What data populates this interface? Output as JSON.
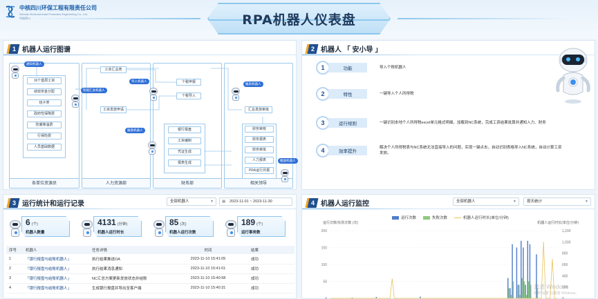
{
  "header": {
    "company_cn": "中核四川环保工程有限责任公司",
    "company_en": "Sichuan Environmental Protection Engineering Co., Ltd.",
    "logo_short": "中核四川",
    "title": "RPA机器人仪表盘"
  },
  "panel1": {
    "num": "1",
    "title": "机器人运行图谱",
    "columns": [
      "各单位资源员",
      "人力资源部",
      "财务部",
      "相关领导"
    ],
    "col1_nodes": [
      "16个基层工资",
      "绩效奖金分配",
      "班子类",
      "政府性保障费",
      "防暑降温费",
      "行保险费",
      "人员基础数据"
    ],
    "col2_nodes": [
      "工资汇总表",
      "工资发放申请"
    ],
    "col3_nodes_top": [
      "个税申报",
      "个税导入"
    ],
    "col3_nodes_bottom": [
      "银行报盘",
      "工资编制",
      "凭证生成",
      "报表生成"
    ],
    "col4_nodes_top": [
      "汇总发放审批"
    ],
    "col4_nodes_bottom": [
      "财务审核",
      "财务报表",
      "财务审批",
      "人力报表",
      "PRA运行月报"
    ],
    "bot_tags": [
      "通知机器人",
      "智能汇总机器人",
      "导入机器人",
      "报盘机器人",
      "推送机器人",
      "报表机器人"
    ]
  },
  "panel2": {
    "num": "2",
    "title": "机器人 「 安小导 」",
    "features": [
      {
        "num": "1",
        "tag": "功能",
        "text": "导入个税机器人"
      },
      {
        "num": "2",
        "tag": "特性",
        "text": "一键导入个人所得税"
      },
      {
        "num": "3",
        "tag": "运行规则",
        "text": "一键识别本地个人所得税excel单元格式明细，加载到NC系统，完成工资结果批算并通知入力、财务"
      },
      {
        "num": "4",
        "tag": "效率提升",
        "text": "解决个人所得税表与NC系统无法直接导入的问题，实现一键点击，自动识别表格导入NC系统，自动计算工资发放。"
      }
    ]
  },
  "panel3": {
    "num": "3",
    "title": "运行统计和运行记录",
    "filter_robot": "全部机器人",
    "date_start": "2023-11-01",
    "date_sep": "~",
    "date_end": "2023-11-30",
    "stats": [
      {
        "value": "6",
        "unit": "(个)",
        "label": "机器人数量"
      },
      {
        "value": "4131",
        "unit": "(分钟)",
        "label": "机器人运行时长"
      },
      {
        "value": "85",
        "unit": "(次)",
        "label": "机器人运行次数"
      },
      {
        "value": "189",
        "unit": "(个)",
        "label": "运行事务数"
      }
    ],
    "table_headers": [
      "序号",
      "机器人",
      "任务详情",
      "时间",
      "结果"
    ],
    "rows": [
      {
        "idx": "1",
        "robot": "「银行报盘与结账机器人」",
        "task": "执行结果推送OA",
        "time": "2023-11-10 15:41:05",
        "result": "成功"
      },
      {
        "idx": "2",
        "robot": "「银行报盘与结账机器人」",
        "task": "执行结果消息通知",
        "time": "2023-11-10 15:41:01",
        "result": "成功"
      },
      {
        "idx": "3",
        "robot": "「银行报盘与结账机器人」",
        "task": "NC汇总方案更新发放状态并结账",
        "time": "2023-11-10 15:40:58",
        "result": "成功"
      },
      {
        "idx": "4",
        "robot": "「银行报盘与结账机器人」",
        "task": "生成银行报盘并导出至客户端",
        "time": "2023-11-10 15:40:31",
        "result": "成功"
      }
    ]
  },
  "panel4": {
    "num": "4",
    "title": "机器人运行监控",
    "filter_robot": "全部机器人",
    "filter_mode": "按天统计",
    "legend": [
      "运行次数",
      "失败次数",
      "机器人运行时长(单位/分钟)"
    ],
    "colors": {
      "runs": "#4f7dc9",
      "fails": "#8fc97a",
      "duration": "#e8c25a"
    },
    "watermark_title": "激活 Windows",
    "watermark_sub": "转到\"设置\"以激活 Windows。"
  },
  "chart_data": {
    "type": "bar",
    "title": "",
    "ylabel": "运行次数/失败次数 (次)",
    "ylabel_right": "机器人运行时长(单位/分钟)",
    "yticks_left": [
      "0",
      "50",
      "100",
      "150",
      "200"
    ],
    "yticks_right": [
      "0",
      "200",
      "400",
      "600",
      "800",
      "1,000",
      "1,200"
    ],
    "ylim": [
      0,
      200
    ],
    "ylim_right": [
      0,
      1200
    ],
    "grid": true,
    "legend_position": "top",
    "series": [
      {
        "name": "运行次数",
        "type": "bar",
        "values": [
          0,
          0,
          0,
          0,
          0,
          0,
          0,
          0,
          0,
          0,
          2,
          0,
          0,
          0,
          0,
          0,
          0,
          0,
          0,
          0,
          0,
          4,
          0,
          0,
          0,
          0,
          0,
          0,
          0,
          0,
          0,
          0,
          0,
          0,
          0,
          0,
          0,
          0,
          0,
          0,
          0,
          5,
          0,
          0,
          0,
          0,
          0,
          0,
          0,
          0,
          0,
          0,
          0,
          0,
          0,
          0,
          0,
          0,
          0,
          0,
          0,
          0,
          0,
          0,
          0,
          0,
          0,
          0,
          0,
          0,
          0,
          0,
          0,
          0,
          0,
          0,
          0,
          0,
          0,
          0,
          0,
          60,
          30,
          160,
          0,
          150,
          40,
          170,
          150,
          40,
          170,
          160,
          0,
          0,
          130,
          0,
          0,
          0,
          0,
          0,
          0,
          0,
          0,
          0
        ]
      },
      {
        "name": "失败次数",
        "type": "bar",
        "values": [
          0,
          0,
          0,
          0,
          0,
          0,
          0,
          0,
          0,
          0,
          0,
          0,
          0,
          0,
          0,
          0,
          0,
          0,
          0,
          0,
          0,
          0,
          0,
          0,
          0,
          0,
          0,
          0,
          0,
          0,
          0,
          0,
          0,
          0,
          0,
          0,
          0,
          0,
          0,
          0,
          0,
          0,
          0,
          0,
          0,
          0,
          0,
          0,
          0,
          0,
          0,
          0,
          0,
          0,
          0,
          0,
          0,
          0,
          0,
          0,
          0,
          0,
          0,
          0,
          0,
          0,
          0,
          0,
          0,
          0,
          0,
          0,
          0,
          0,
          0,
          0,
          0,
          0,
          0,
          0,
          0,
          30,
          10,
          50,
          0,
          40,
          10,
          60,
          50,
          10,
          50,
          40,
          0,
          0,
          30,
          0,
          0,
          0,
          0,
          0,
          0,
          0,
          0,
          0
        ]
      },
      {
        "name": "机器人运行时长(单位/分钟)",
        "type": "line",
        "values": [
          0,
          0,
          0,
          0,
          0,
          0,
          0,
          0,
          0,
          0,
          0,
          0,
          0,
          0,
          0,
          0,
          0,
          0,
          0,
          0,
          0,
          0,
          0,
          0,
          0,
          0,
          0,
          0,
          350,
          0,
          0,
          0,
          0,
          0,
          0,
          0,
          0,
          0,
          0,
          0,
          0,
          0,
          0,
          0,
          0,
          0,
          0,
          0,
          0,
          0,
          0,
          0,
          0,
          0,
          0,
          0,
          0,
          0,
          0,
          0,
          0,
          0,
          0,
          0,
          0,
          0,
          0,
          0,
          0,
          0,
          0,
          0,
          0,
          0,
          0,
          0,
          0,
          0,
          0,
          0,
          0,
          0,
          0,
          0,
          0,
          0,
          0,
          0,
          0,
          0,
          0,
          0,
          0,
          0,
          0,
          0,
          0,
          1000,
          0,
          0,
          0,
          700,
          0,
          0
        ]
      }
    ]
  }
}
